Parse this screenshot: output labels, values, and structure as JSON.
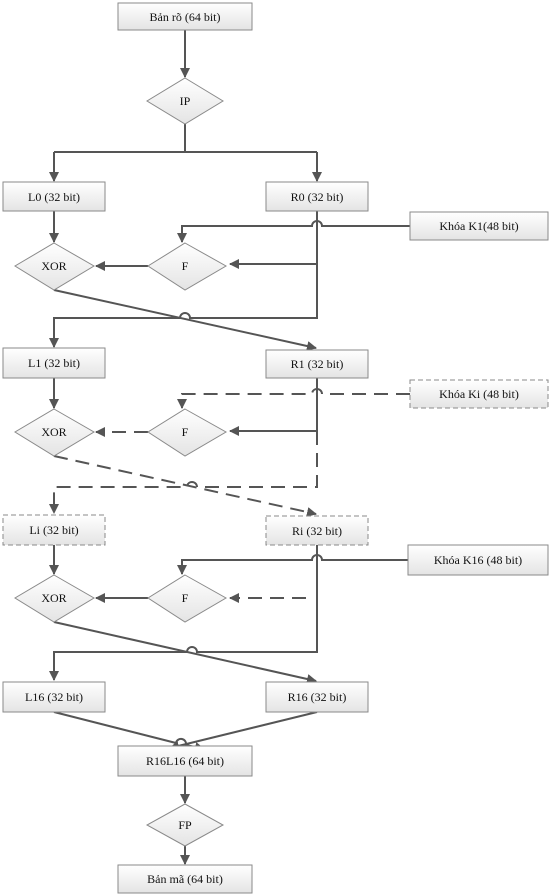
{
  "nodes": {
    "plaintext": "Bản rõ (64 bit)",
    "ip": "IP",
    "l0": "L0 (32 bit)",
    "r0": "R0 (32 bit)",
    "k1": "Khóa K1(48 bit)",
    "xor1": "XOR",
    "f1": "F",
    "l1": "L1 (32 bit)",
    "r1": "R1 (32 bit)",
    "ki": "Khóa Ki (48 bit)",
    "xor2": "XOR",
    "f2": "F",
    "li": "Li (32 bit)",
    "ri": "Ri (32 bit)",
    "k16": "Khóa K16 (48 bit)",
    "xor3": "XOR",
    "f3": "F",
    "l16": "L16 (32 bit)",
    "r16": "R16 (32 bit)",
    "r16l16": "R16L16 (64 bit)",
    "fp": "FP",
    "ciphertext": "Bản mã (64 bit)"
  }
}
